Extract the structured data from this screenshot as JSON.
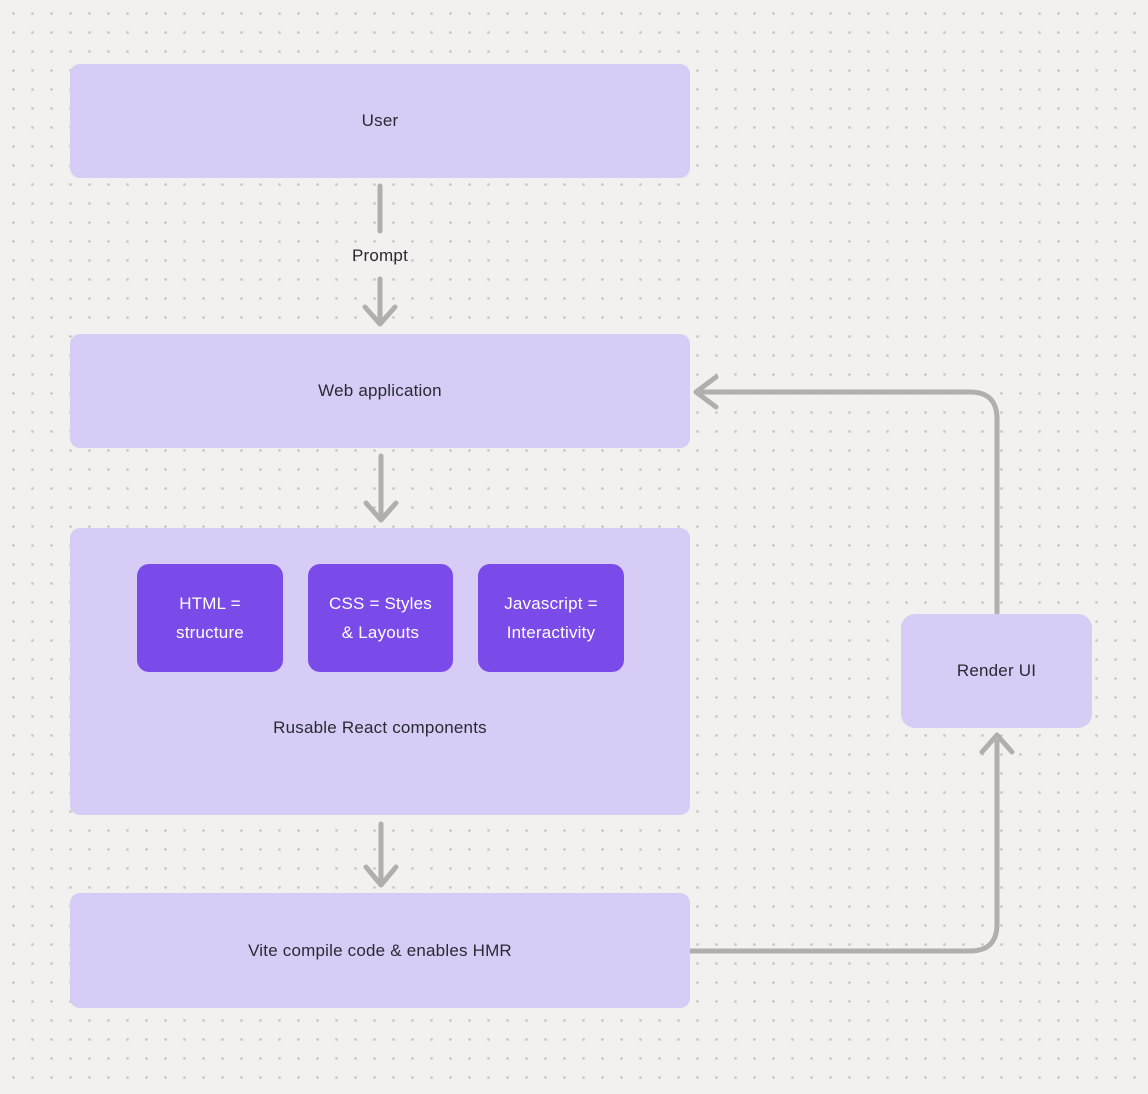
{
  "diagram": {
    "nodes": {
      "user": {
        "label": "User"
      },
      "web_application": {
        "label": "Web application"
      },
      "react_group": {
        "label": "Rusable React components",
        "chips": [
          {
            "label": "HTML = structure"
          },
          {
            "label": "CSS = Styles & Layouts"
          },
          {
            "label": "Javascript = Interactivity"
          }
        ]
      },
      "vite": {
        "label": "Vite compile code & enables HMR"
      },
      "render_ui": {
        "label": "Render UI"
      }
    },
    "edge_labels": {
      "prompt": "Prompt"
    },
    "colors": {
      "background": "#f2f1ef",
      "dot": "#c8c6c4",
      "node_fill": "#d6ccf5",
      "chip_fill": "#7b4be9",
      "chip_text": "#ffffff",
      "node_text": "#2b2933",
      "arrow": "#b1afad"
    }
  }
}
